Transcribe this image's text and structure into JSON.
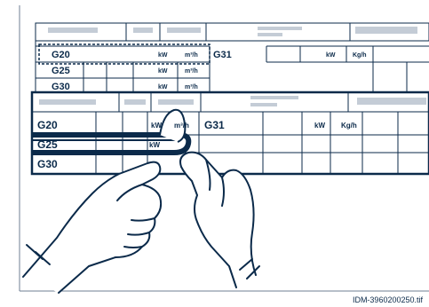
{
  "figure_id": "IDM-3960200250.tif",
  "colors": {
    "ink": "#0b2a4a",
    "placeholder_bar": "#c4ccd6",
    "background": "#ffffff",
    "frame": "#6f7f93"
  },
  "back_label": {
    "rows": [
      {
        "gas": "G20",
        "power_unit": "kW",
        "flow_unit": "m³/h"
      },
      {
        "gas": "G25",
        "power_unit": "kW",
        "flow_unit": "m³/h"
      },
      {
        "gas": "G30",
        "power_unit": "kW",
        "flow_unit": "m³/h"
      }
    ],
    "right": {
      "gas": "G31",
      "power_unit": "kW",
      "flow_unit": "Kg/h"
    }
  },
  "front_label": {
    "rows": [
      {
        "gas": "G20",
        "power_unit": "kW",
        "flow_unit": "m³/h"
      },
      {
        "gas": "G25",
        "power_unit": "kW",
        "flow_unit": ""
      },
      {
        "gas": "G30",
        "power_unit": "",
        "flow_unit": ""
      }
    ],
    "right": {
      "gas": "G31",
      "power_unit": "kW",
      "flow_unit": "Kg/h"
    }
  }
}
